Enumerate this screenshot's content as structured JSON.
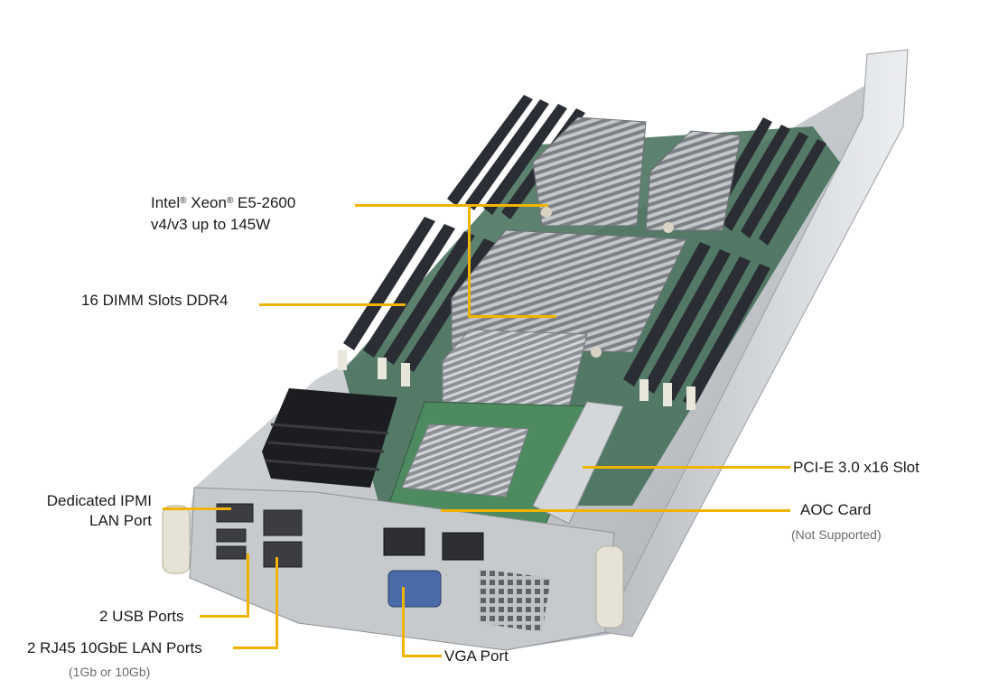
{
  "labels": {
    "cpu_line1": "Intel",
    "cpu_reg1": "®",
    "cpu_mid": " Xeon",
    "cpu_reg2": "®",
    "cpu_tail": " E5-2600",
    "cpu_line2": "v4/v3 up to 145W",
    "dimm": "16 DIMM Slots DDR4",
    "ipmi_line1": "Dedicated IPMI",
    "ipmi_line2": "LAN Port",
    "usb": "2 USB Ports",
    "rj45": "2 RJ45 10GbE LAN Ports",
    "rj45_note": "(1Gb or 10Gb)",
    "pcie": "PCI-E 3.0 x16 Slot",
    "aoc": "AOC Card",
    "aoc_note": "(Not Supported)",
    "vga": "VGA Port"
  },
  "colors": {
    "leader": "#f0b400",
    "chassis": "#c9ccd0",
    "heatsink": "#9ea2a6",
    "dimm": "#2a2d33",
    "pcb": "#3a7a52"
  }
}
